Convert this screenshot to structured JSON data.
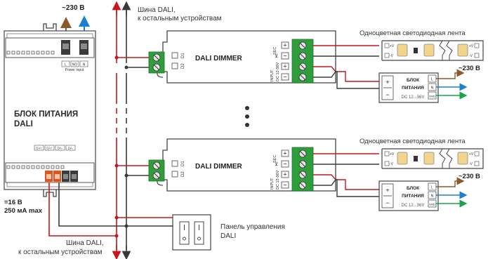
{
  "power_supply": {
    "mains_label": "~230 В",
    "title_line1": "БЛОК ПИТАНИЯ",
    "title_line2": "DALI",
    "terminals_top": [
      "L",
      "NO",
      "N"
    ],
    "power_input_label": "Power Input",
    "terminals_bottom": [
      "DA+",
      "DA+",
      "DA-",
      "DA-"
    ],
    "output_line1": "=16 В",
    "output_line2": "250 мА max"
  },
  "bus_top": {
    "line1": "Шина DALI,",
    "line2": "к остальным устройствам"
  },
  "bus_bottom": {
    "line1": "Шина DALI,",
    "line2": "к остальным устройствам"
  },
  "dimmers": [
    {
      "title": "DALI DIMMER",
      "d1": "D1",
      "d2": "D2",
      "sec": "SEC",
      "input": "INPUT",
      "dc": "DC 12-36V"
    },
    {
      "title": "DALI DIMMER",
      "d1": "D1",
      "d2": "D2",
      "sec": "SEC",
      "input": "INPUT",
      "dc": "DC 12-36V"
    }
  ],
  "led_strips": [
    {
      "label": "Одноцветная светодиодная лента",
      "plus": "+V",
      "minus": "-V"
    },
    {
      "label": "Одноцветная светодиодная лента",
      "plus": "+V",
      "minus": "-V"
    }
  ],
  "psu_units": [
    {
      "line1": "БЛОК",
      "line2": "ПИТАНИЯ",
      "dc": "DC 12...36V",
      "terms": [
        "L",
        "N",
        "GND"
      ],
      "mains": "~230 В"
    },
    {
      "line1": "БЛОК",
      "line2": "ПИТАНИЯ",
      "dc": "DC 12...36V",
      "terms": [
        "L",
        "N",
        "GND"
      ],
      "mains": "~230 В"
    }
  ],
  "control_panel": {
    "line1": "Панель управления",
    "line2": "DALI"
  },
  "colors": {
    "red": "#c8161d",
    "dark": "#3a3a3a",
    "brown": "#8b5a2b",
    "blue": "#1e7fd0",
    "green": "#1aa34a",
    "terminal_green": "#2e9e3a",
    "led": "#f2d58a"
  }
}
